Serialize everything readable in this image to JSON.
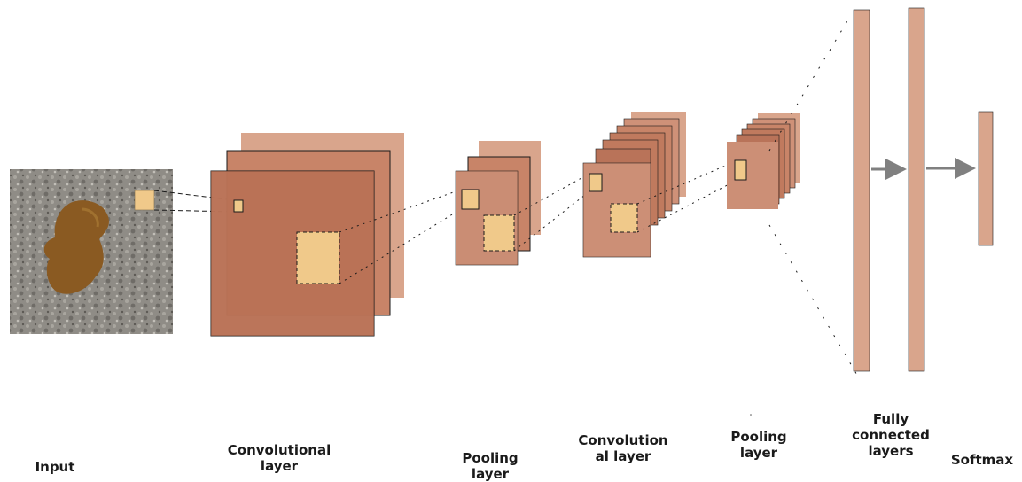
{
  "colors": {
    "layer_fill": "#b56b50",
    "layer_fill_light": "#d9a58c",
    "patch_fill": "#f0c98a",
    "stroke": "#1a1a1a",
    "arrow": "#808080",
    "input_blob": "#8a5a22"
  },
  "labels": {
    "input": "Input",
    "conv1": "Convolutional\nlayer",
    "pool1": "Pooling\nlayer",
    "conv2": "Convolution\nal layer",
    "pool2": "Pooling\nlayer",
    "fc": "Fully\nconnected\nlayers",
    "softmax": "Softmax"
  }
}
